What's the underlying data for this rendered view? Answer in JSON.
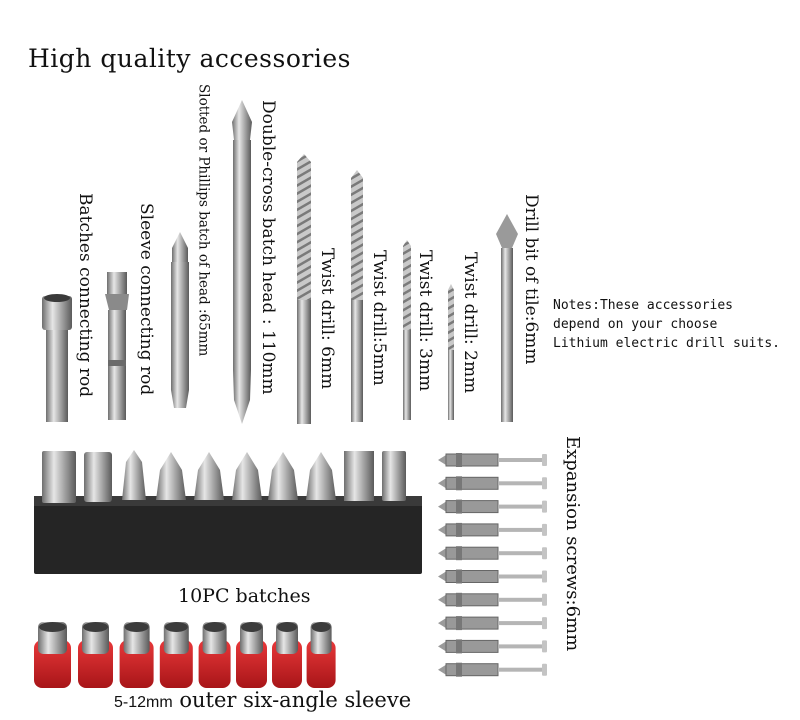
{
  "title": "High quality accessories",
  "labels": {
    "batches_connecting_rod": "Batches connecting rod",
    "sleeve_connecting_rod": "Sleeve connecting rod",
    "slotted_phillips": "Slotted or Phillips batch of head :65mm",
    "double_cross": "Double-cross batch head : 110mm",
    "twist_6": "Twist drill: 6mm",
    "twist_5": "Twist drill:5mm",
    "twist_3": "Twist drill: 3mm",
    "twist_2": "Twist drill: 2mm",
    "tile_bit": "Drill bit of tile:6mm",
    "expansion": "Expansion screws:6mm",
    "batches_10pc": "10PC batches",
    "sleeve_size": "5-12mm",
    "sleeve_desc": " outer six-angle sleeve"
  },
  "notes": {
    "line1": "Notes:These accessories",
    "line2": "depend on your choose",
    "line3": "Lithium electric drill suits."
  },
  "colors": {
    "metal": "#b7b7b7",
    "holder": "#232323",
    "sleeve_red": "#d8262a",
    "screw_gray": "#8f8f8f"
  }
}
